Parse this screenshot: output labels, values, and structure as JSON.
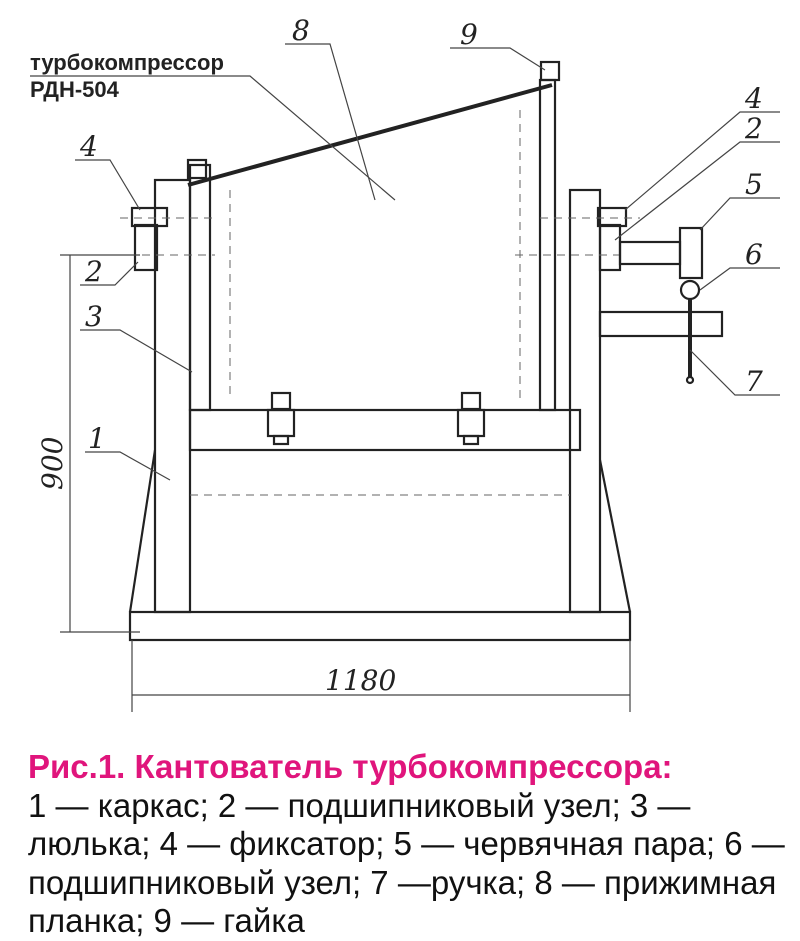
{
  "drawing": {
    "product_label": "турбокомпрессор",
    "product_model": "РДН-504",
    "callouts": {
      "c1": "1",
      "c2_left": "2",
      "c2_right": "2",
      "c3": "3",
      "c4_left": "4",
      "c4_right": "4",
      "c5": "5",
      "c6": "6",
      "c7": "7",
      "c8": "8",
      "c9": "9"
    },
    "dimensions": {
      "height": "900",
      "width": "1180"
    }
  },
  "caption": {
    "title": "Рис.1. Кантователь турбокомпрессора:",
    "body": "1 — каркас; 2 — подшипниковый узел; 3 — люлька; 4 — фиксатор; 5 — червячная пара; 6 — подшипниковый узел; 7 —ручка; 8 — прижимная планка; 9 — гайка"
  }
}
